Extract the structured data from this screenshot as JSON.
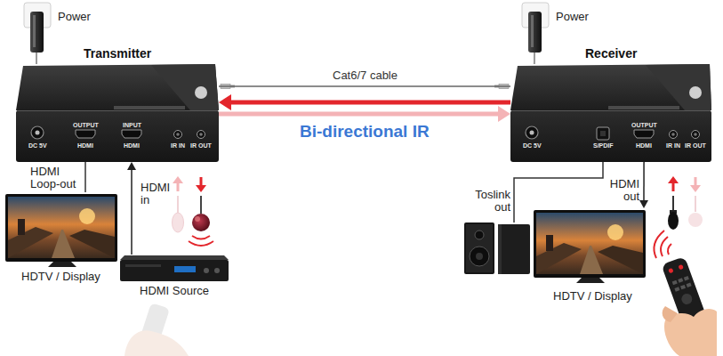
{
  "diagram": {
    "nodes": [
      {
        "text": [
          "Power"
        ]
      },
      {
        "text": [
          "Transmitter"
        ]
      },
      {
        "text": [
          "Power"
        ]
      },
      {
        "text": [
          "Receiver"
        ]
      },
      {
        "text": [
          "HDTV / Display"
        ]
      },
      {
        "text": [
          "HDMI Source"
        ]
      },
      {
        "text": [
          "HDTV / Display"
        ]
      }
    ],
    "edges": [
      {
        "from": 0,
        "to": 1,
        "arrow": "none"
      },
      {
        "from": 1,
        "to": 3,
        "label": "Cat6/7 cable",
        "arrow": "none"
      },
      {
        "from": 1,
        "to": 3,
        "label": "Bi-directional IR",
        "arrow": "both"
      },
      {
        "from": 1,
        "to": 4,
        "label": "HDMI Loop-out",
        "arrow": "none"
      },
      {
        "from": 5,
        "to": 1,
        "label": "HDMI in",
        "arrow": "to"
      },
      {
        "from": 2,
        "to": 3,
        "arrow": "none"
      },
      {
        "from": 3,
        "to": 6,
        "label": "HDMI out",
        "arrow": "to"
      }
    ],
    "labels": [
      "DC 5V",
      "OUTPUT",
      "HDMI",
      "INPUT",
      "HDMI",
      "IR IN",
      "IR OUT",
      "DC 5V",
      "S/PDIF",
      "OUTPUT",
      "HDMI",
      "IR IN",
      "IR OUT",
      "Toslink out"
    ]
  }
}
